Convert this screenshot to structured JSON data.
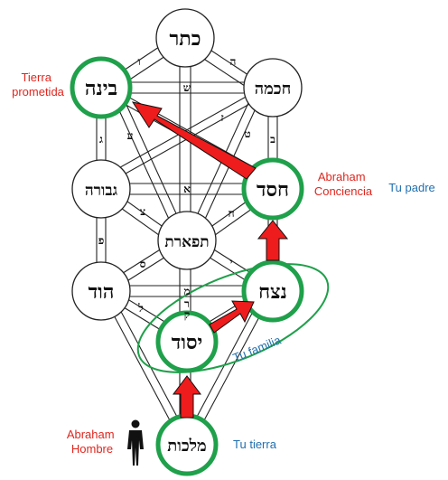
{
  "sefirot": {
    "keter": "כתר",
    "binah": "בינה",
    "chochmah": "חכמה",
    "gevurah": "גבורה",
    "chesed": "חסד",
    "tiferet": "תפארת",
    "hod": "הוד",
    "netzach": "נצח",
    "yesod": "יסוד",
    "malchut": "מלכות"
  },
  "path_letters": {
    "keter_binah": "ו",
    "keter_chochmah": "ה",
    "binah_chochmah": "ש",
    "gevurah_left": "ג",
    "binah_gevurah": "ע",
    "chochmah_chesed": "ב",
    "chochmah_diag": "ט",
    "center_upper": "ז",
    "gevurah_chesed": "א",
    "gevurah_tiferet": "צ",
    "chesed_tiferet": "ח",
    "hod_left": "פ",
    "hod_tiferet": "ס",
    "netzach_tiferet": "י",
    "hod_netzach": "מ",
    "hod_yesod": "ל",
    "yesod_upper": "ר",
    "yesod_mid": "ק"
  },
  "annotations": {
    "tierra_prometida": [
      "Tierra",
      "prometida"
    ],
    "abraham_conciencia": [
      "Abraham",
      "Conciencia"
    ],
    "tu_padre": "Tu padre",
    "tu_familia": "Tu familia",
    "abraham_hombre": [
      "Abraham",
      "Hombre"
    ],
    "tu_tierra": "Tu tierra"
  },
  "colors": {
    "highlight_ring": "#1fa04a",
    "arrow": "#ee1c1c",
    "red_text": "#e0261e",
    "blue_text": "#1f6fb0",
    "family_ellipse": "#1fa04a"
  }
}
